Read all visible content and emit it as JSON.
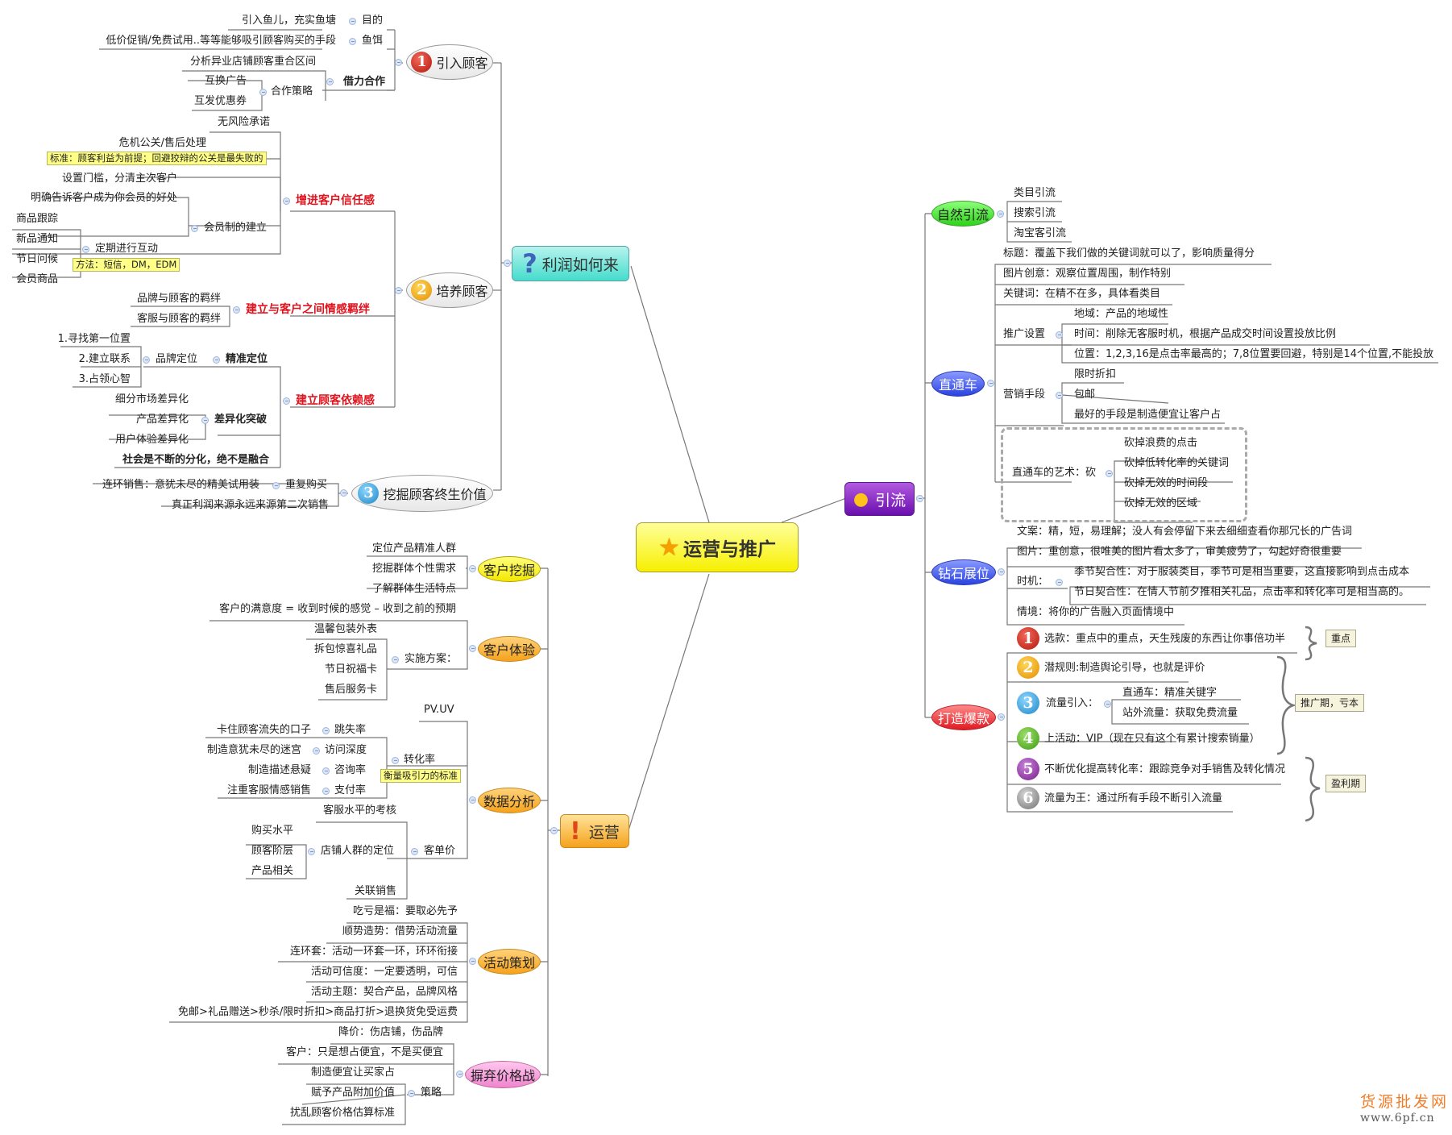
{
  "center": {
    "label": "运营与推广",
    "icon": "star-icon"
  },
  "profit": {
    "label": "利润如何来",
    "icon": "question-icon",
    "b1": {
      "num": "1",
      "label": "引入顾客",
      "goal": {
        "label": "目的",
        "child": "引入鱼儿，充实鱼塘"
      },
      "bait": {
        "label": "鱼饵",
        "child": "低价促销/免费试用..等等能够吸引顾客购买的手段"
      },
      "coop": {
        "label": "借力合作",
        "c1": "分析异业店铺顾客重合区间",
        "strategy": "合作策略",
        "s1": "互换广告",
        "s2": "互发优惠券"
      }
    },
    "b2": {
      "num": "2",
      "label": "培养顾客",
      "trust": {
        "label": "增进客户信任感",
        "c1": "无风险承诺",
        "c2": "危机公关/售后处理",
        "c2_note": "标准：顾客利益为前提；回避狡辩的公关是最失败的",
        "member": {
          "label": "会员制的建立",
          "m1": "设置门槛，分清主次客户",
          "m2": "明确告诉客户成为你会员的好处",
          "interact": {
            "label": "定期进行互动",
            "note": "方法：短信，DM，EDM",
            "items": [
              "商品跟踪",
              "新品通知",
              "节日问候",
              "会员商品"
            ]
          }
        }
      },
      "bond": {
        "label": "建立与客户之间情感羁绊",
        "items": [
          "品牌与顾客的羁绊",
          "客服与顾客的羁绊"
        ]
      },
      "rely": {
        "label": "建立顾客依赖感",
        "precise": {
          "label": "精准定位",
          "brand": "品牌定位",
          "items": [
            "1.寻找第一位置",
            "2.建立联系",
            "3.占领心智"
          ]
        },
        "diff": {
          "label": "差异化突破",
          "items": [
            "细分市场差异化",
            "产品差异化",
            "用户体验差异化"
          ]
        },
        "society": "社会是不断的分化，绝不是融合"
      }
    },
    "b3": {
      "num": "3",
      "label": "挖掘顾客终生价值",
      "repeat": {
        "label": "重复购买",
        "child": "连环销售：意犹未尽的精美试用装"
      },
      "c2": "真正利润来源永远来源第二次销售"
    }
  },
  "ops": {
    "label": "运营",
    "icon": "exclamation-icon",
    "mining": {
      "label": "客户挖掘",
      "items": [
        "定位产品精准人群",
        "挖掘群体个性需求",
        "了解群体生活特点"
      ]
    },
    "experience": {
      "label": "客户体验",
      "c1": "客户的满意度 = 收到时候的感觉 – 收到之前的预期",
      "plan": "实施方案：",
      "items": [
        "温馨包装外表",
        "拆包惊喜礼品",
        "节日祝福卡",
        "售后服务卡"
      ]
    },
    "data": {
      "label": "数据分析",
      "pvuv": "PV.UV",
      "conv": {
        "label": "转化率",
        "note": "衡量吸引力的标准",
        "items": [
          {
            "label": "跳失率",
            "child": "卡住顾客流失的口子"
          },
          {
            "label": "访问深度",
            "child": "制造意犹未尽的迷宫"
          },
          {
            "label": "咨询率",
            "child": "制造描述悬疑"
          },
          {
            "label": "支付率",
            "child": "注重客服情感销售"
          }
        ]
      },
      "price": {
        "label": "客单价",
        "c1": "客服水平的考核",
        "crowd": "店铺人群的定位",
        "crowd_items": [
          "购买水平",
          "顾客阶层",
          "产品相关"
        ],
        "c3": "关联销售"
      }
    },
    "activity": {
      "label": "活动策划",
      "items": [
        "吃亏是福：要取必先予",
        "顺势造势：借势活动流量",
        "连环套：活动一环套一环，环环衔接",
        "活动可信度：一定要透明，可信",
        "活动主题：契合产品，品牌风格",
        "免邮>礼品赠送>秒杀/限时折扣>商品打折>退换货免受运费"
      ]
    },
    "pricewar": {
      "label": "摒弃价格战",
      "c1": "降价：伤店铺，伤品牌",
      "c2": "客户：只是想占便宜，不是买便宜",
      "strategy": "策略",
      "s_items": [
        "制造便宜让买家占",
        "赋予产品附加价值",
        "扰乱顾客价格估算标准"
      ]
    }
  },
  "traffic": {
    "label": "引流",
    "icon": "lightbulb-icon",
    "natural": {
      "label": "自然引流",
      "items": [
        "类目引流",
        "搜索引流",
        "淘宝客引流"
      ]
    },
    "ztc": {
      "label": "直通车",
      "c1": "标题：覆盖下我们做的关键词就可以了，影响质量得分",
      "c2": "图片创意：观察位置周围，制作特别",
      "c3": "关键词：在精不在多，具体看类目",
      "setting": {
        "label": "推广设置",
        "items": [
          "地域：产品的地域性",
          "时间：削除无客服时机，根据产品成交时间设置投放比例",
          "位置：1,2,3,16是点击率最高的；7,8位置要回避，特别是14个位置,不能投放"
        ]
      },
      "marketing": {
        "label": "营销手段",
        "items": [
          "限时折扣",
          "包邮",
          "最好的手段是制造便宜让客户占"
        ]
      },
      "art": {
        "label": "直通车的艺术：砍",
        "items": [
          "砍掉浪费的点击",
          "砍掉低转化率的关键词",
          "砍掉无效的时间段",
          "砍掉无效的区域"
        ]
      }
    },
    "diamond": {
      "label": "钻石展位",
      "c1": "文案：精，短，易理解；没人有会停留下来去细细查看你那冗长的广告词",
      "c2": "图片：重创意，很唯美的图片看太多了，审美疲劳了，勾起好奇很重要",
      "timing": {
        "label": "时机：",
        "items": [
          "季节契合性：对于服装类目，季节可是相当重要，这直接影响到点击成本",
          "节日契合性：在情人节前夕推相关礼品，点击率和转化率可是相当高的。"
        ]
      },
      "c4": "情境：将你的广告融入页面情境中"
    },
    "hot": {
      "label": "打造爆款",
      "steps": [
        {
          "num": "1",
          "text": "选款：重点中的重点，天生残废的东西让你事倍功半"
        },
        {
          "num": "2",
          "text": "潜规则:制造舆论引导，也就是评价"
        },
        {
          "num": "3",
          "text": "流量引入：",
          "subs": [
            "直通车：精准关键字",
            "站外流量：获取免费流量"
          ]
        },
        {
          "num": "4",
          "text": "上活动：VIP（现在只有这个有累计搜索销量）"
        },
        {
          "num": "5",
          "text": "不断优化提高转化率：跟踪竞争对手销售及转化情况"
        },
        {
          "num": "6",
          "text": "流量为王：通过所有手段不断引入流量"
        }
      ],
      "summaries": [
        "重点",
        "推广期，亏本",
        "盈利期"
      ]
    }
  },
  "watermark": {
    "line1": "货源批发网",
    "line2": "www.6pf.cn"
  }
}
